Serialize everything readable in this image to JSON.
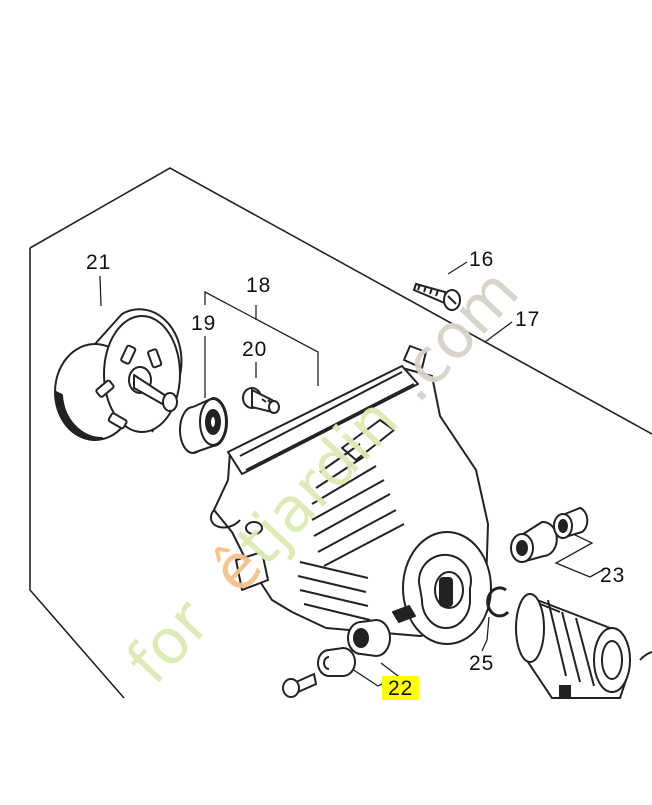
{
  "diagram": {
    "callouts": {
      "c16": "16",
      "c17": "17",
      "c18": "18",
      "c19": "19",
      "c20": "20",
      "c21": "21",
      "c22": "22",
      "c23": "23",
      "c25": "25"
    },
    "highlighted": "22",
    "highlight_color": "#ffff00",
    "watermark": {
      "text_colored": "forêtjardin",
      "text_gray": ".com",
      "color_green": "#dcecb4",
      "color_orange": "#f3c28a",
      "color_gray": "#d8d2c8"
    }
  }
}
